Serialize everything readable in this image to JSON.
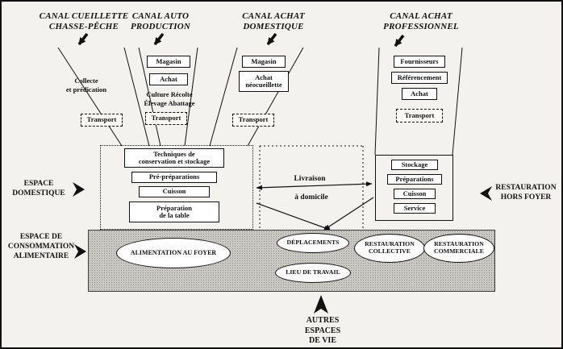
{
  "channels": [
    {
      "title": "CANAL CUEILLETTE\nCHASSE-PÊCHE"
    },
    {
      "title": "CANAL AUTO\nPRODUCTION"
    },
    {
      "title": "CANAL ACHAT\nDOMESTIQUE"
    },
    {
      "title": "CANAL ACHAT\nPROFESSIONNEL"
    }
  ],
  "canal_cueillette": {
    "note": "Collecte\net prédication",
    "transport": "Transport"
  },
  "canal_auto": {
    "magasin": "Magasin",
    "achat": "Achat",
    "note": "Culture Récolte\nÉlevage Abattage",
    "transport": "Transport"
  },
  "canal_achat_domestique": {
    "magasin": "Magasin",
    "achat": "Achat\nnéocueillette",
    "transport": "Transport"
  },
  "canal_achat_pro": {
    "fournisseurs": "Fournisseurs",
    "referencement": "Référencement",
    "achat": "Achat",
    "transport": "Transport"
  },
  "espace_domestique": {
    "label": "ESPACE\nDOMESTIQUE",
    "steps": [
      "Techniques de\nconservation et stockage",
      "Pré-préparations",
      "Cuisson",
      "Préparation\nde la table"
    ]
  },
  "restauration": {
    "label": "RESTAURATION\nHORS FOYER",
    "steps": [
      "Stockage",
      "Préparations",
      "Cuisson",
      "Service"
    ]
  },
  "livraison": {
    "line1": "Livraison",
    "line2": "à domicile"
  },
  "espace_consommation": {
    "label": "ESPACE DE\nCONSOMMATION\nALIMENTAIRE",
    "foyer": "ALIMENTATION AU FOYER",
    "deplacements": "DÉPLACEMENTS",
    "lieu_travail": "LIEU DE TRAVAIL",
    "resto_collective": "RESTAURATION\nCOLLECTIVE",
    "resto_commerciale": "RESTAURATION\nCOMMERCIALE"
  },
  "autres_espaces": {
    "label": "AUTRES\nESPACES\nDE VIE"
  },
  "colors": {
    "band_gray": "#c9c8c3",
    "line_black": "#111111",
    "background": "#f3f2ee"
  }
}
